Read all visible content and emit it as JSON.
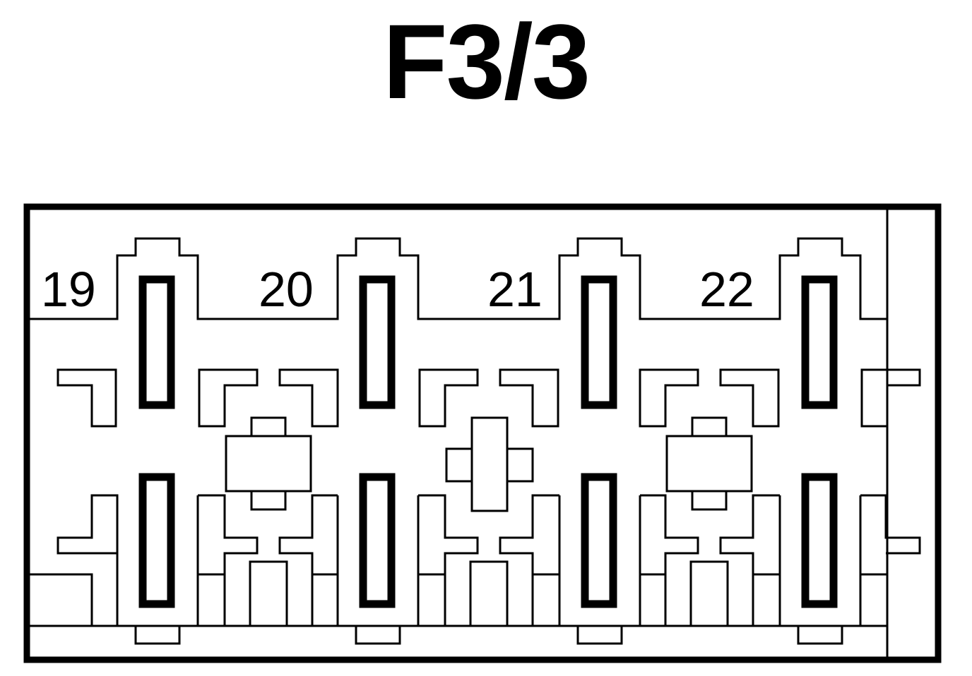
{
  "diagram": {
    "title": "F3/3",
    "fuse_labels": [
      "19",
      "20",
      "21",
      "22"
    ]
  }
}
